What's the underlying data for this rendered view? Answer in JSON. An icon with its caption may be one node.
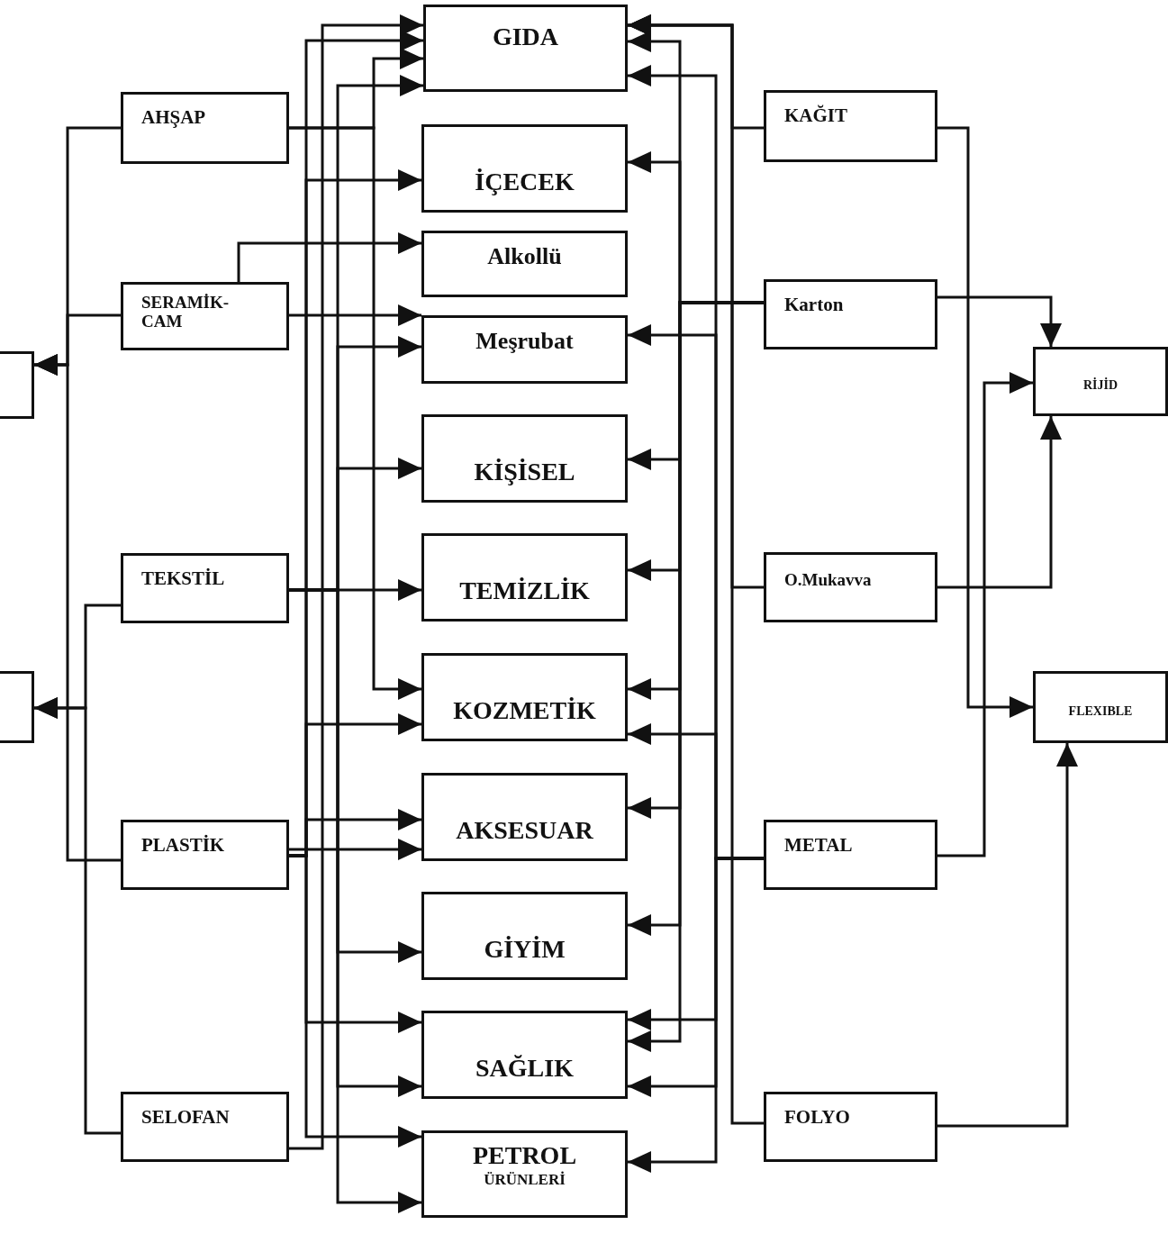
{
  "diagram": {
    "nodes": [
      {
        "text": [
          "GIDA"
        ]
      },
      {
        "text": [
          "İÇECEK"
        ]
      },
      {
        "text": [
          "Alkollü"
        ]
      },
      {
        "text": [
          "Meşrubat"
        ]
      },
      {
        "text": [
          "KİŞİSEL"
        ]
      },
      {
        "text": [
          "TEMİZLİK"
        ]
      },
      {
        "text": [
          "KOZMETİK"
        ]
      },
      {
        "text": [
          "AKSESUAR"
        ]
      },
      {
        "text": [
          "GİYİM"
        ]
      },
      {
        "text": [
          "SAĞLIK"
        ]
      },
      {
        "text": [
          "PETROL",
          "ÜRÜNLERİ"
        ]
      },
      {
        "text": [
          "AHŞAP"
        ]
      },
      {
        "text": [
          "SERAMİK- CAM"
        ]
      },
      {
        "text": [
          "TEKSTİL"
        ]
      },
      {
        "text": [
          "PLASTİK"
        ]
      },
      {
        "text": [
          "SELOFAN"
        ]
      },
      {
        "text": [
          "KAĞIT"
        ]
      },
      {
        "text": [
          "Karton"
        ]
      },
      {
        "text": [
          "O.Mukavva"
        ]
      },
      {
        "text": [
          "METAL"
        ]
      },
      {
        "text": [
          "FOLYO"
        ]
      },
      {
        "text": [
          "RİJİD"
        ]
      },
      {
        "text": [
          "FLEXIBLE"
        ]
      },
      {
        "text": [],
        "shape": "box"
      },
      {
        "text": [],
        "shape": "box"
      }
    ],
    "edges": [
      {
        "from": 11,
        "to": 0,
        "arrow": "to"
      },
      {
        "from": 11,
        "to": 6,
        "arrow": "to"
      },
      {
        "from": 12,
        "to": 2,
        "arrow": "to"
      },
      {
        "from": 12,
        "to": 3,
        "arrow": "to"
      },
      {
        "from": 13,
        "to": 0,
        "arrow": "to"
      },
      {
        "from": 13,
        "to": 3,
        "arrow": "to"
      },
      {
        "from": 13,
        "to": 4,
        "arrow": "to"
      },
      {
        "from": 13,
        "to": 5,
        "arrow": "to"
      },
      {
        "from": 13,
        "to": 8,
        "arrow": "to"
      },
      {
        "from": 13,
        "to": 9,
        "arrow": "to"
      },
      {
        "from": 13,
        "to": 10,
        "arrow": "to"
      },
      {
        "from": 14,
        "to": 0,
        "arrow": "to"
      },
      {
        "from": 14,
        "to": 1,
        "arrow": "to"
      },
      {
        "from": 14,
        "to": 6,
        "arrow": "to"
      },
      {
        "from": 14,
        "to": 7,
        "arrow": "to"
      },
      {
        "from": 14,
        "to": 7,
        "arrow": "to"
      },
      {
        "from": 14,
        "to": 9,
        "arrow": "to"
      },
      {
        "from": 14,
        "to": 10,
        "arrow": "to"
      },
      {
        "from": 15,
        "to": 0,
        "arrow": "to"
      },
      {
        "from": 16,
        "to": 0,
        "arrow": "to"
      },
      {
        "from": 18,
        "to": 0,
        "arrow": "to"
      },
      {
        "from": 20,
        "to": 0,
        "arrow": "to"
      },
      {
        "from": 17,
        "to": 0,
        "arrow": "to"
      },
      {
        "from": 17,
        "to": 1,
        "arrow": "to"
      },
      {
        "from": 17,
        "to": 4,
        "arrow": "to"
      },
      {
        "from": 17,
        "to": 5,
        "arrow": "to"
      },
      {
        "from": 17,
        "to": 6,
        "arrow": "to"
      },
      {
        "from": 17,
        "to": 7,
        "arrow": "to"
      },
      {
        "from": 17,
        "to": 8,
        "arrow": "to"
      },
      {
        "from": 17,
        "to": 9,
        "arrow": "to"
      },
      {
        "from": 19,
        "to": 0,
        "arrow": "to"
      },
      {
        "from": 19,
        "to": 3,
        "arrow": "to"
      },
      {
        "from": 19,
        "to": 6,
        "arrow": "to"
      },
      {
        "from": 19,
        "to": 9,
        "arrow": "to"
      },
      {
        "from": 19,
        "to": 9,
        "arrow": "to"
      },
      {
        "from": 19,
        "to": 10,
        "arrow": "to"
      },
      {
        "from": 16,
        "to": 22,
        "arrow": "to"
      },
      {
        "from": 17,
        "to": 21,
        "arrow": "to"
      },
      {
        "from": 18,
        "to": 21,
        "arrow": "to"
      },
      {
        "from": 19,
        "to": 21,
        "arrow": "to"
      },
      {
        "from": 20,
        "to": 22,
        "arrow": "to"
      },
      {
        "from": 11,
        "to": 23,
        "arrow": "to"
      },
      {
        "from": 12,
        "to": 23,
        "arrow": "to"
      },
      {
        "from": 14,
        "to": 23,
        "arrow": "to"
      },
      {
        "from": 13,
        "to": 24,
        "arrow": "to"
      },
      {
        "from": 15,
        "to": 24,
        "arrow": "to"
      }
    ]
  }
}
